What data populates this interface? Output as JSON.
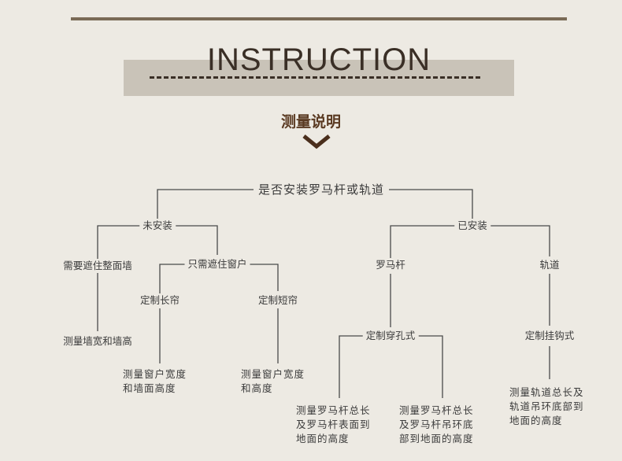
{
  "header": {
    "title": "INSTRUCTION",
    "subtitle": "测量说明"
  },
  "diagram": {
    "root": "是否安装罗马杆或轨道",
    "not_installed": "未安装",
    "installed": "已安装",
    "full_wall": "需要遮住整面墙",
    "window_only": "只需遮住窗户",
    "long_curtain": "定制长帘",
    "short_curtain": "定制短帘",
    "measure_wall": "测量墙宽和墙高",
    "measure_long": [
      "测量窗户宽度",
      "和墙面高度"
    ],
    "measure_short": [
      "测量窗户宽度",
      "和高度"
    ],
    "roman_rod": "罗马杆",
    "track": "轨道",
    "grommet": "定制穿孔式",
    "hook": "定制挂钩式",
    "measure_rod_surface": [
      "测量罗马杆总长",
      "及罗马杆表面到",
      "地面的高度"
    ],
    "measure_rod_ring": [
      "测量罗马杆总长",
      "及罗马杆吊环底",
      "部到地面的高度"
    ],
    "measure_track": [
      "测量轨道总长及",
      "轨道吊环底部到",
      "地面的高度"
    ]
  },
  "colors": {
    "line": "#4a4a4a",
    "heading": "#5a3a22",
    "rule": "#7a6a56"
  }
}
